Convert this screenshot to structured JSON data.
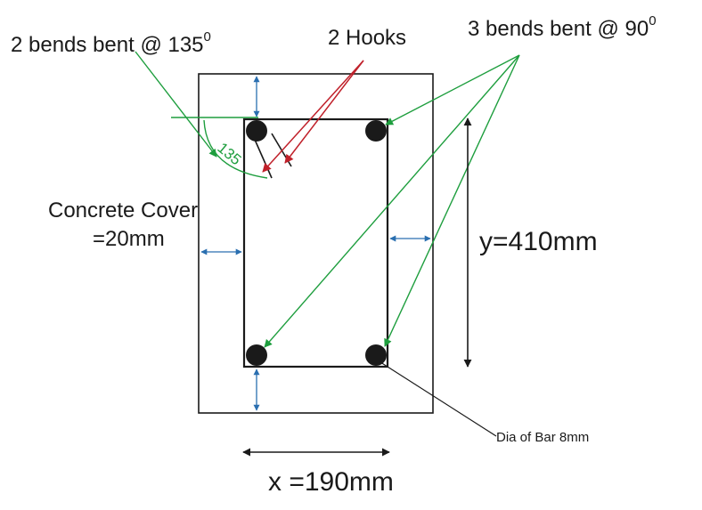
{
  "labels": {
    "bends_135": "2 bends bent @ 135",
    "bends_135_sup": "0",
    "hooks": "2 Hooks",
    "bends_90": "3 bends bent @ 90",
    "bends_90_sup": "0",
    "cover_line1": "Concrete Cover",
    "cover_line2": "=20mm",
    "angle": "135",
    "y_dim": "y=410mm",
    "x_dim": "x =190mm",
    "bar_dia": "Dia of Bar 8mm"
  },
  "colors": {
    "outline": "#1a1a1a",
    "leader_green": "#1e9e3e",
    "hook_red": "#c0202a",
    "cover_blue": "#2a6fb0"
  }
}
